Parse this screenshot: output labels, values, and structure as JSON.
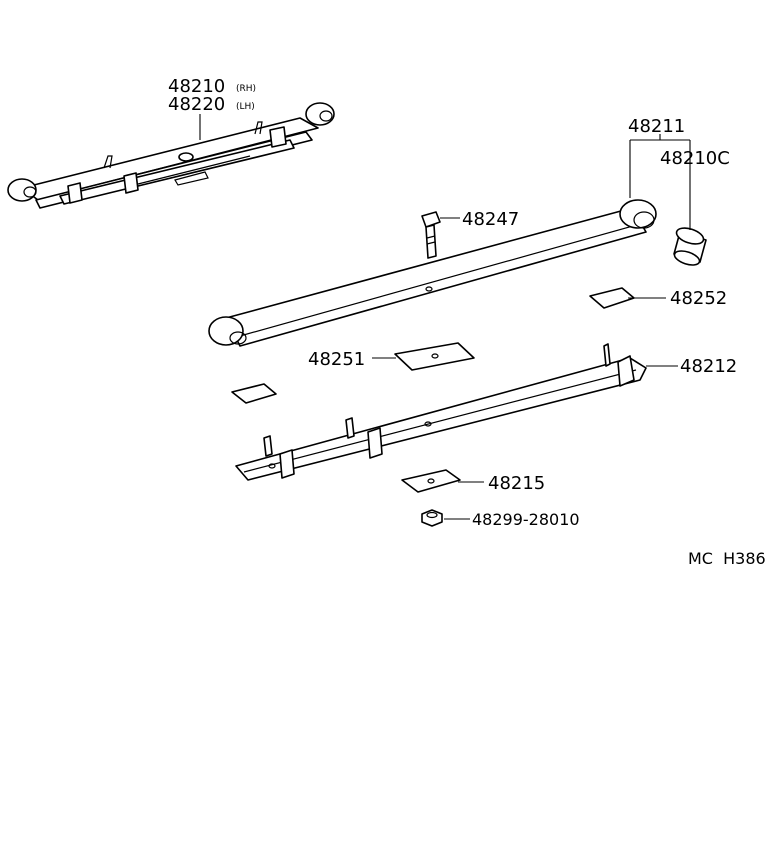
{
  "labels": {
    "leaf_spring_rh_number": "48210",
    "leaf_spring_rh_suffix": "(RH)",
    "leaf_spring_lh_number": "48220",
    "leaf_spring_lh_suffix": "(LH)",
    "main_leaf": "48211",
    "bushing": "48210C",
    "center_bolt": "48247",
    "insert_a": "48252",
    "insert_b": "48251",
    "second_leaf": "48212",
    "spacer": "48215",
    "nut": "48299-28010",
    "figure_code": "MC  H386"
  }
}
